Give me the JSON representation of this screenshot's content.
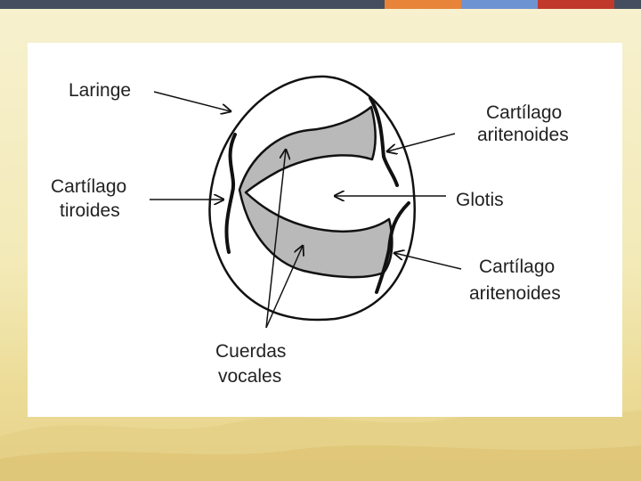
{
  "colors": {
    "bar_dark": "#454e5e",
    "bar_orange": "#e8843a",
    "bar_blue": "#6e93d3",
    "bar_red": "#c0392b",
    "panel": "#ffffff",
    "cord_fill": "#b9b9b9",
    "ink": "#111111"
  },
  "labels": {
    "laringe": "Laringe",
    "aritenoides_top_1": "Cartílago",
    "aritenoides_top_2": "aritenoides",
    "tiroides_1": "Cartílago",
    "tiroides_2": "tiroides",
    "glotis": "Glotis",
    "aritenoides_bottom_1": "Cartílago",
    "aritenoides_bottom_2": "aritenoides",
    "cuerdas_1": "Cuerdas",
    "cuerdas_2": "vocales"
  }
}
